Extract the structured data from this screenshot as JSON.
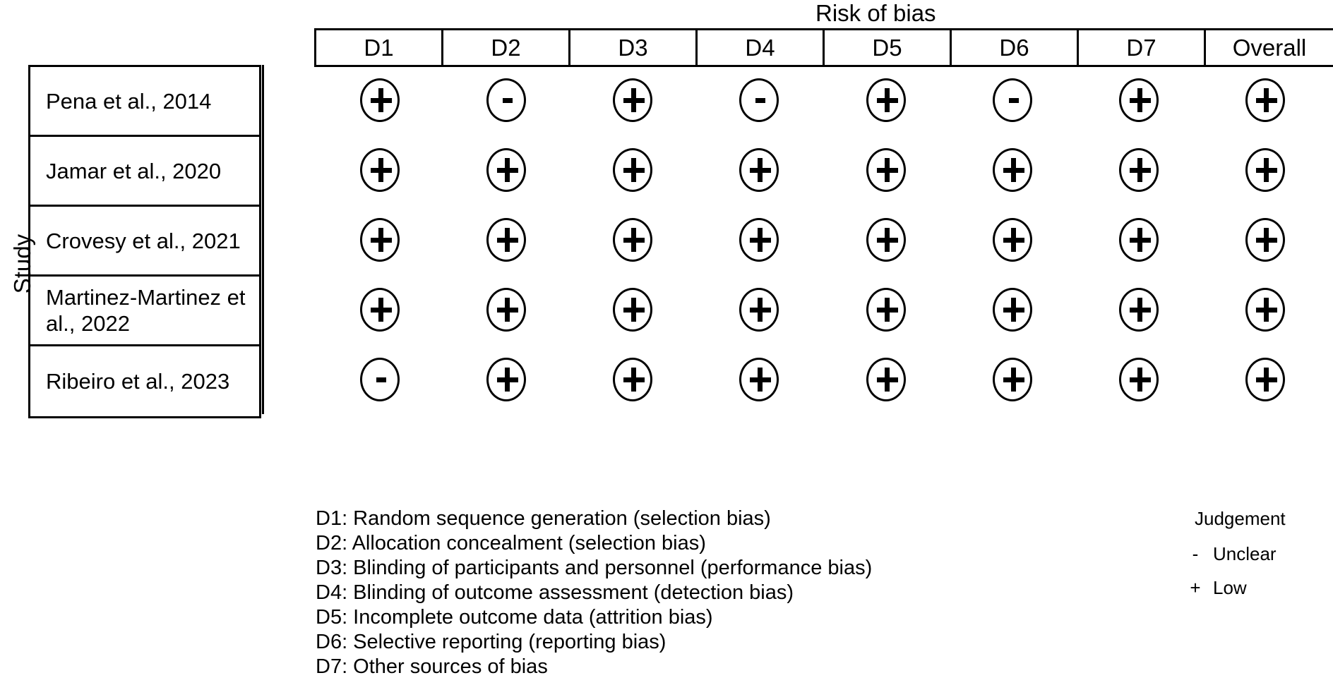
{
  "chart_data": {
    "type": "table",
    "title": "Risk of bias",
    "ylabel": "Study",
    "categories": [
      "D1",
      "D2",
      "D3",
      "D4",
      "D5",
      "D6",
      "D7",
      "Overall"
    ],
    "rows": [
      {
        "study": "Pena et al., 2014",
        "values": [
          "+",
          "-",
          "+",
          "-",
          "+",
          "-",
          "+",
          "+"
        ]
      },
      {
        "study": "Jamar et al., 2020",
        "values": [
          "+",
          "+",
          "+",
          "+",
          "+",
          "+",
          "+",
          "+"
        ]
      },
      {
        "study": "Crovesy et al., 2021",
        "values": [
          "+",
          "+",
          "+",
          "+",
          "+",
          "+",
          "+",
          "+"
        ]
      },
      {
        "study": "Martinez-Martinez et al., 2022",
        "values": [
          "+",
          "+",
          "+",
          "+",
          "+",
          "+",
          "+",
          "+"
        ]
      },
      {
        "study": "Ribeiro et al., 2023",
        "values": [
          "-",
          "+",
          "+",
          "+",
          "+",
          "+",
          "+",
          "+"
        ]
      }
    ],
    "domain_legend": [
      "D1: Random sequence generation (selection bias)",
      "D2: Allocation concealment (selection bias)",
      "D3: Blinding of participants and personnel (performance bias)",
      "D4: Blinding of outcome assessment (detection bias)",
      "D5: Incomplete outcome data (attrition bias)",
      "D6: Selective reporting (reporting bias)",
      "D7: Other sources of bias"
    ],
    "judgement_legend": {
      "title": "Judgement",
      "items": [
        {
          "symbol": "-",
          "label": "Unclear"
        },
        {
          "symbol": "+",
          "label": "Low"
        }
      ]
    },
    "colors": {
      "ink": "#000000",
      "background": "#ffffff"
    }
  },
  "title": "Risk of bias",
  "axis_label": "Study",
  "header": {
    "columns": [
      "D1",
      "D2",
      "D3",
      "D4",
      "D5",
      "D6",
      "D7",
      "Overall"
    ]
  },
  "studies": [
    "Pena et al., 2014",
    "Jamar et al., 2020",
    "Crovesy et al., 2021",
    "Martinez-Martinez et al., 2022",
    "Ribeiro et al., 2023"
  ],
  "judgements": [
    [
      "+",
      "-",
      "+",
      "-",
      "+",
      "-",
      "+",
      "+"
    ],
    [
      "+",
      "+",
      "+",
      "+",
      "+",
      "+",
      "+",
      "+"
    ],
    [
      "+",
      "+",
      "+",
      "+",
      "+",
      "+",
      "+",
      "+"
    ],
    [
      "+",
      "+",
      "+",
      "+",
      "+",
      "+",
      "+",
      "+"
    ],
    [
      "-",
      "+",
      "+",
      "+",
      "+",
      "+",
      "+",
      "+"
    ]
  ],
  "domain_legend": [
    "D1: Random sequence generation (selection bias)",
    "D2: Allocation concealment (selection bias)",
    "D3: Blinding of participants and personnel (performance bias)",
    "D4: Blinding of outcome assessment (detection bias)",
    "D5: Incomplete outcome data (attrition bias)",
    "D6: Selective reporting (reporting bias)",
    "D7: Other sources of bias"
  ],
  "judgement_legend": {
    "title": "Judgement",
    "items": [
      {
        "symbol": "-",
        "label": "Unclear"
      },
      {
        "symbol": "+",
        "label": "Low"
      }
    ]
  }
}
